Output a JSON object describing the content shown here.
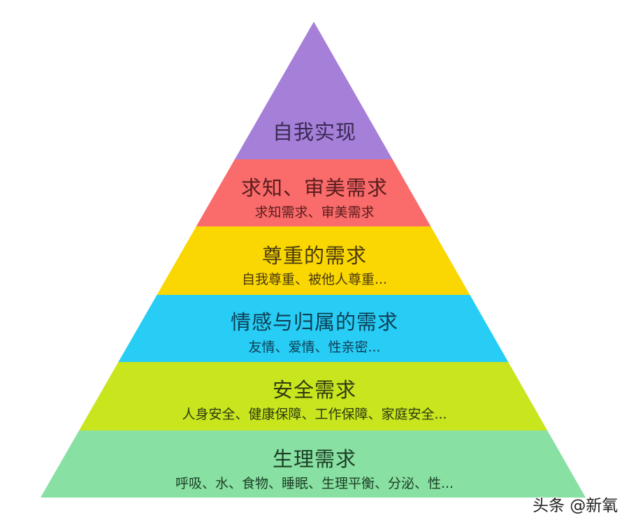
{
  "diagram": {
    "type": "pyramid",
    "layers": [
      {
        "title": "自我实现",
        "subtitle": "",
        "color": "#A57FD8",
        "text_color": "#3A2A55"
      },
      {
        "title": "求知、审美需求",
        "subtitle": "求知需求、审美需求",
        "color": "#FA6B6B",
        "text_color": "#5A1C1C"
      },
      {
        "title": "尊重的需求",
        "subtitle": "自我尊重、被他人尊重...",
        "color": "#FAD700",
        "text_color": "#4A3A10"
      },
      {
        "title": "情感与归属的需求",
        "subtitle": "友情、爱情、性亲密...",
        "color": "#27CDF4",
        "text_color": "#0E3E55"
      },
      {
        "title": "安全需求",
        "subtitle": "人身安全、健康保障、工作保障、家庭安全...",
        "color": "#C8E51E",
        "text_color": "#2E3A10"
      },
      {
        "title": "生理需求",
        "subtitle": "呼吸、水、食物、睡眠、生理平衡、分泌、性...",
        "color": "#88E0A2",
        "text_color": "#1C3E25"
      }
    ]
  },
  "watermark": "头条 @新氧"
}
